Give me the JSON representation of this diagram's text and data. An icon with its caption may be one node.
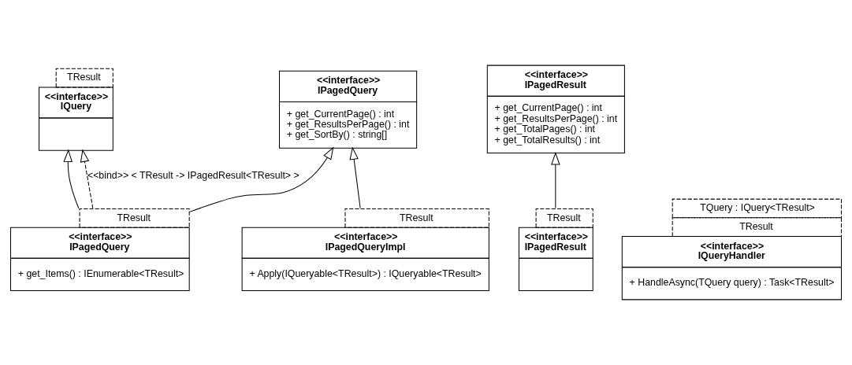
{
  "diagram": {
    "nodes": [
      {
        "text": [
          "TResult",
          "<<interface>>",
          "IQuery"
        ]
      },
      {
        "text": [
          "<<interface>>",
          "IPagedQuery",
          "+ get_CurrentPage() : int",
          "+ get_ResultsPerPage() : int",
          "+ get_SortBy() : string[]"
        ]
      },
      {
        "text": [
          "<<interface>>",
          "IPagedResult",
          "+ get_CurrentPage() : int",
          "+ get_ResultsPerPage() : int",
          "+ get_TotalPages() : int",
          "+ get_TotalResults() : int"
        ]
      },
      {
        "text": [
          "TResult",
          "<<interface>>",
          "IPagedQueryImpl",
          "+ Apply(IQueryable<TResult>) : IQueryable<TResult>"
        ]
      },
      {
        "text": [
          "TResult",
          "<<interface>>",
          "IPagedQuery",
          "+ get_Items() : IEnumerable<TResult>"
        ]
      },
      {
        "text": [
          "TResult",
          "<<interface>>",
          "IPagedResult"
        ]
      },
      {
        "text": [
          "TQuery : IQuery<TResult>",
          "TResult",
          "<<interface>>",
          "IQueryHandler",
          "+ HandleAsync(TQuery query) : Task<TResult>"
        ]
      }
    ],
    "edges": [
      {
        "from": 3,
        "to": 1,
        "arrow": "to"
      },
      {
        "from": 4,
        "to": 1,
        "arrow": "to"
      },
      {
        "from": 4,
        "to": 0,
        "arrow": "to"
      },
      {
        "from": 4,
        "to": 0,
        "arrow": "to",
        "style": "dashed",
        "label": "<<bind>> < TResult -> IPagedResult<TResult> >"
      },
      {
        "from": 5,
        "to": 2,
        "arrow": "to"
      }
    ]
  }
}
